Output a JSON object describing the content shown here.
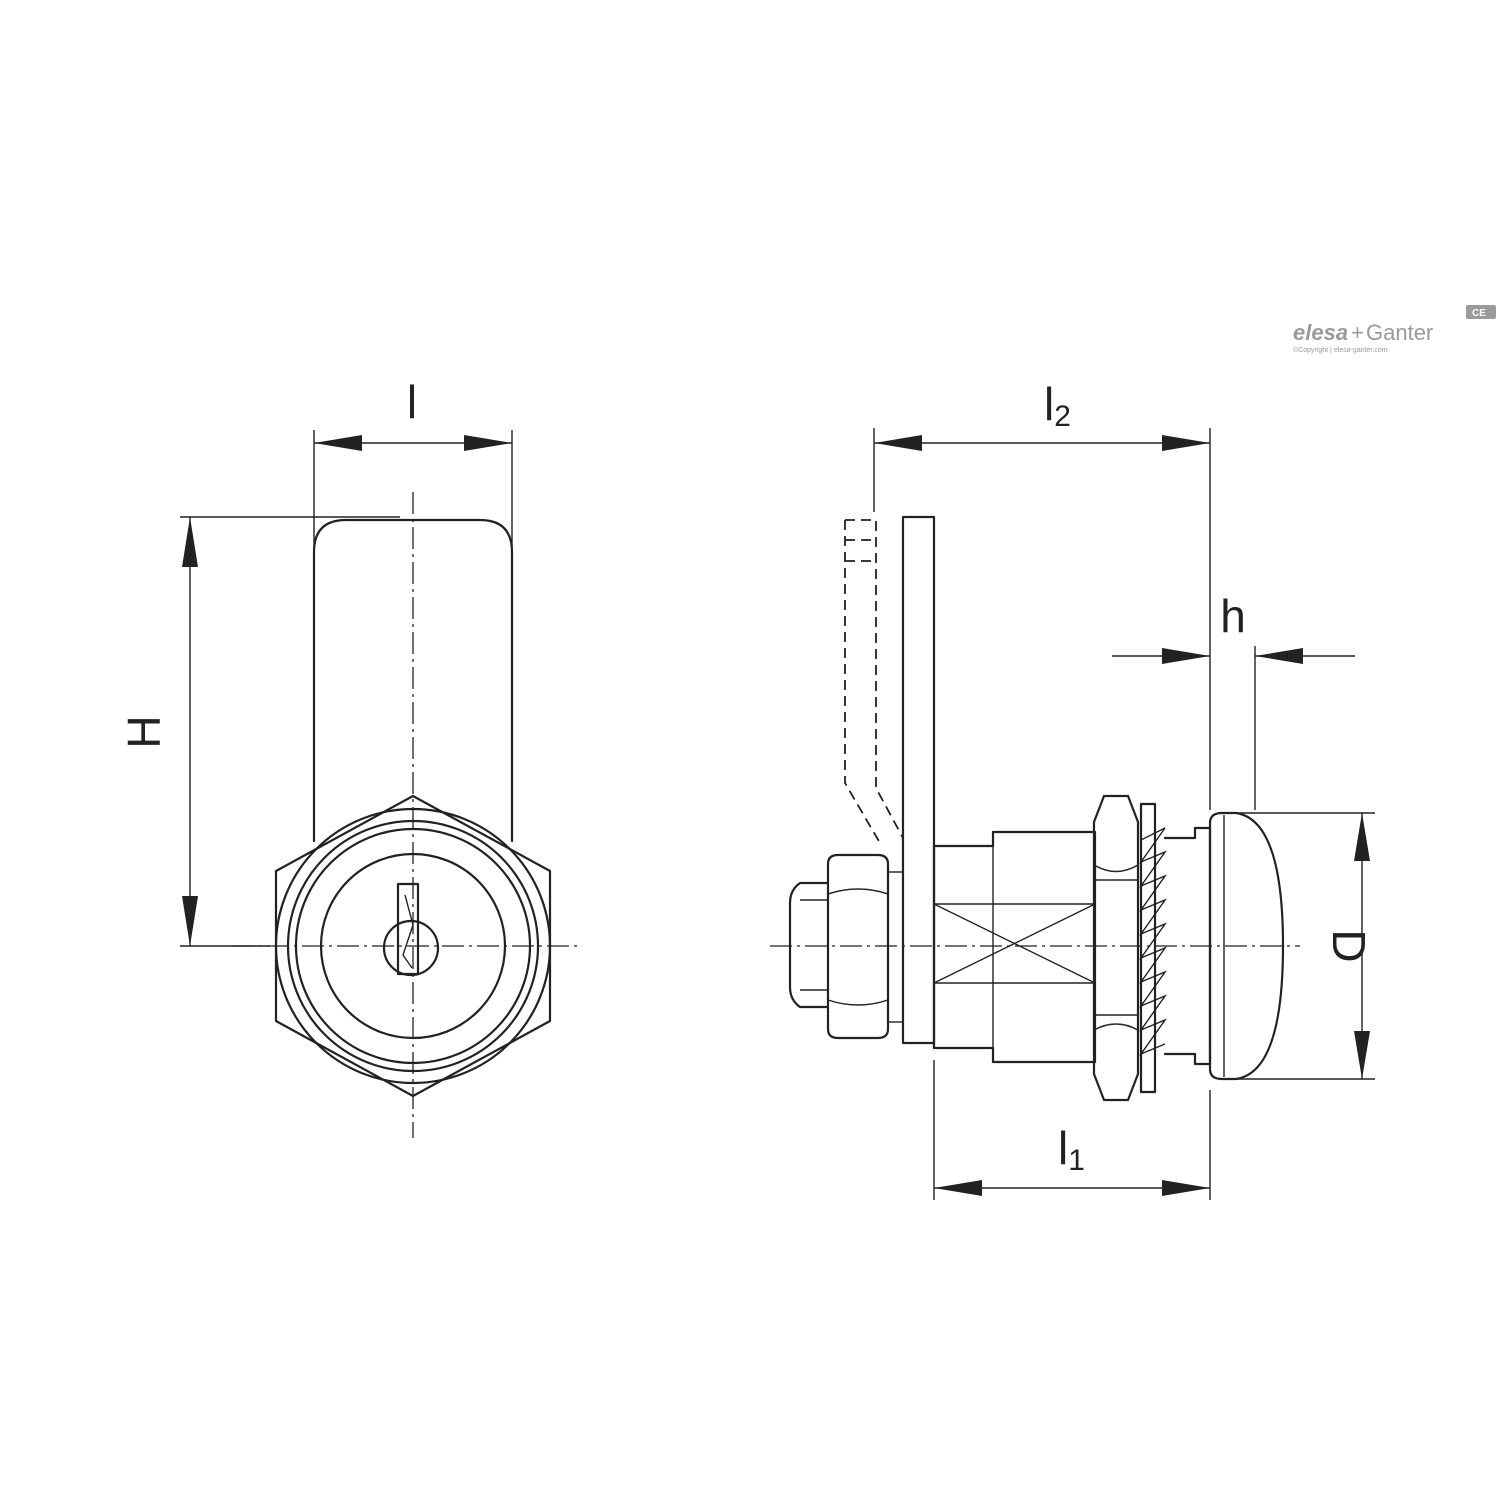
{
  "brand": {
    "name_part1": "elesa",
    "plus": "+",
    "name_part2": "Ganter",
    "copyright": "©Copyright | elesa-ganter.com",
    "mark": "CE"
  },
  "dimensions": {
    "l": "l",
    "H": "H",
    "l2_main": "l",
    "l2_sub": "2",
    "h": "h",
    "D": "D",
    "l1_main": "l",
    "l1_sub": "1"
  }
}
